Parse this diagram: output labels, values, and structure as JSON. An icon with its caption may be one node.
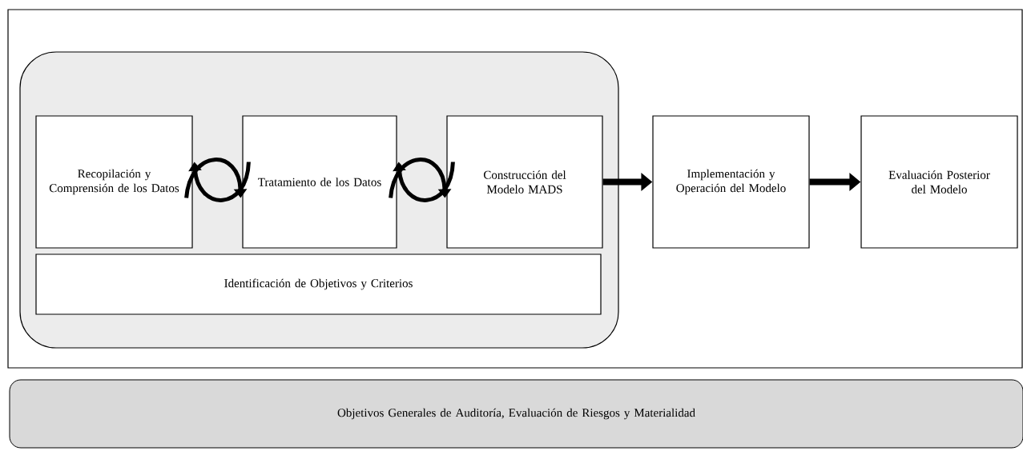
{
  "diagram": {
    "nodes": [
      {
        "text": [],
        "shape": "box"
      },
      {
        "text": [
          "Recopilación y Comprensión de los Datos"
        ],
        "in": 0
      },
      {
        "text": [
          "Tratamiento de los Datos"
        ],
        "in": 0
      },
      {
        "text": [
          "Construcción del Modelo MADS"
        ],
        "in": 0
      },
      {
        "text": [
          "Identificación de Objetivos y Criterios"
        ],
        "in": 0
      },
      {
        "text": [
          "Implementación y Operación del Modelo"
        ]
      },
      {
        "text": [
          "Evaluación Posterior del Modelo"
        ]
      },
      {
        "text": [
          "Objetivos Generales de Auditoría, Evaluación de Riesgos y Materialidad"
        ]
      }
    ],
    "edges": [
      {
        "from": 1,
        "to": 2,
        "arrow": "to"
      },
      {
        "from": 2,
        "to": 1,
        "arrow": "to"
      },
      {
        "from": 2,
        "to": 3,
        "arrow": "to"
      },
      {
        "from": 3,
        "to": 2,
        "arrow": "to"
      },
      {
        "from": 3,
        "to": 5,
        "arrow": "to"
      },
      {
        "from": 5,
        "to": 6,
        "arrow": "to"
      }
    ]
  }
}
